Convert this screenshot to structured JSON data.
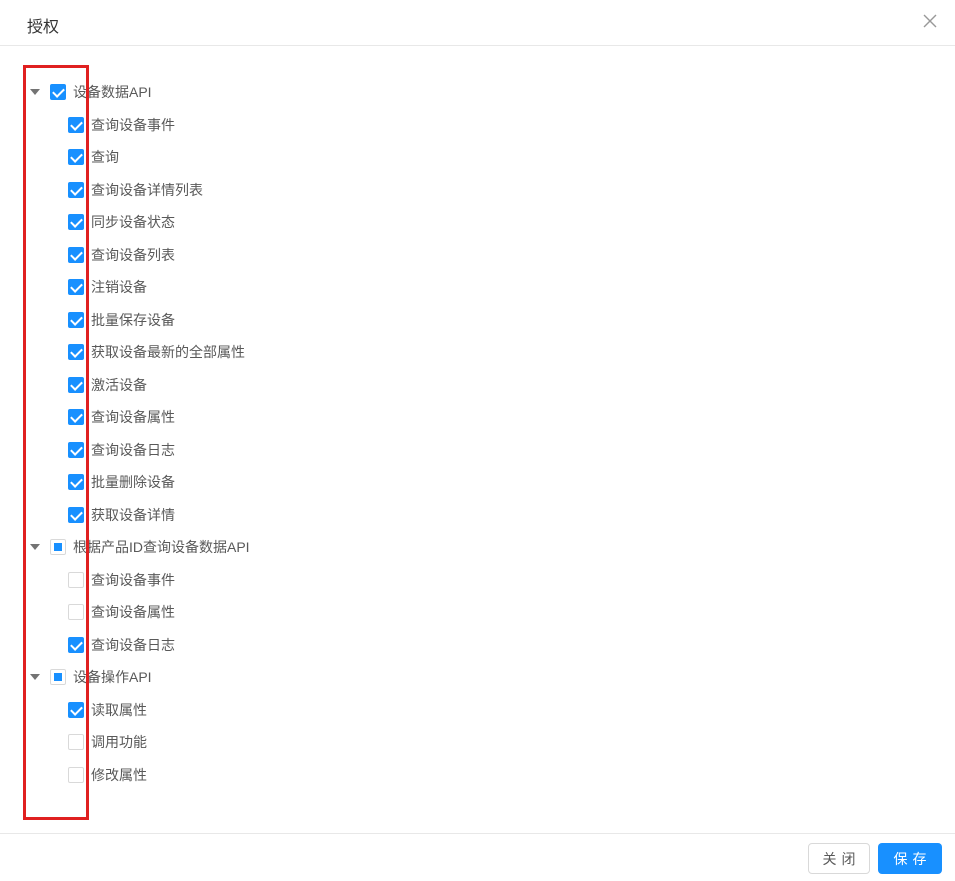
{
  "modal": {
    "title": "授权"
  },
  "tree": {
    "groups": [
      {
        "label": "设备数据API",
        "state": "checked",
        "children": [
          {
            "label": "查询设备事件",
            "state": "checked"
          },
          {
            "label": "查询",
            "state": "checked"
          },
          {
            "label": "查询设备详情列表",
            "state": "checked"
          },
          {
            "label": "同步设备状态",
            "state": "checked"
          },
          {
            "label": "查询设备列表",
            "state": "checked"
          },
          {
            "label": "注销设备",
            "state": "checked"
          },
          {
            "label": "批量保存设备",
            "state": "checked"
          },
          {
            "label": "获取设备最新的全部属性",
            "state": "checked"
          },
          {
            "label": "激活设备",
            "state": "checked"
          },
          {
            "label": "查询设备属性",
            "state": "checked"
          },
          {
            "label": "查询设备日志",
            "state": "checked"
          },
          {
            "label": "批量删除设备",
            "state": "checked"
          },
          {
            "label": "获取设备详情",
            "state": "checked"
          }
        ]
      },
      {
        "label": "根据产品ID查询设备数据API",
        "state": "indeterminate",
        "children": [
          {
            "label": "查询设备事件",
            "state": "unchecked"
          },
          {
            "label": "查询设备属性",
            "state": "unchecked"
          },
          {
            "label": "查询设备日志",
            "state": "checked"
          }
        ]
      },
      {
        "label": "设备操作API",
        "state": "indeterminate",
        "children": [
          {
            "label": "读取属性",
            "state": "checked"
          },
          {
            "label": "调用功能",
            "state": "unchecked"
          },
          {
            "label": "修改属性",
            "state": "unchecked"
          }
        ]
      }
    ]
  },
  "footer": {
    "close_label": "关闭",
    "save_label": "保存"
  },
  "annotation": {
    "highlight_color": "#e02020"
  },
  "colors": {
    "accent": "#1890ff"
  }
}
